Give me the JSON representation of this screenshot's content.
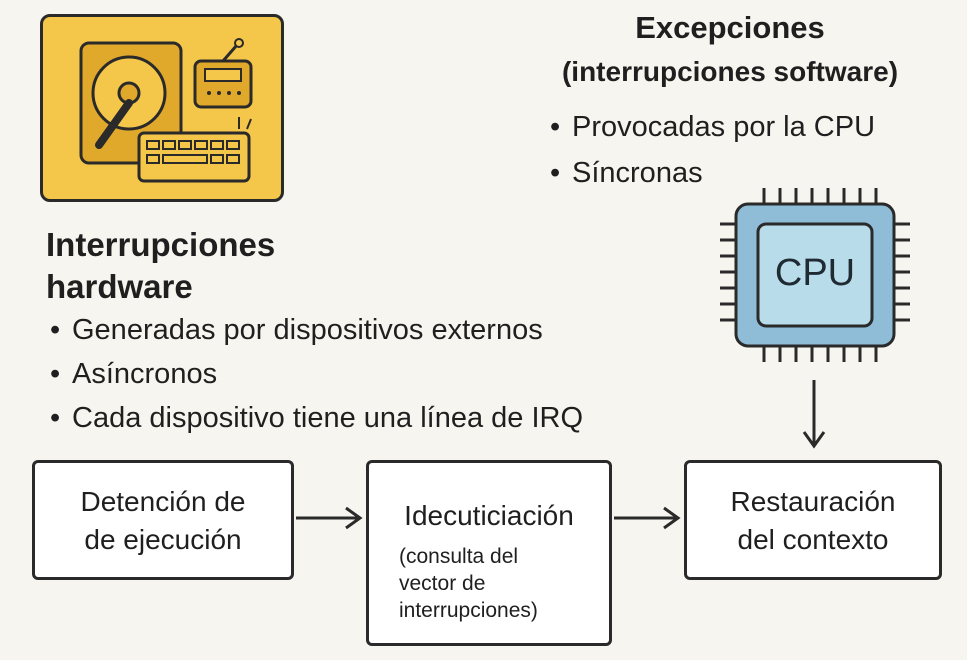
{
  "hardware": {
    "icon": "hard-drive-keyboard-device-icon",
    "title_line1": "Interrupciones",
    "title_line2": "hardware",
    "bullets": [
      "Generadas por dispositivos externos",
      "Asíncronos",
      "Cada dispositivo tiene una línea de IRQ"
    ]
  },
  "exceptions": {
    "title": "Excepciones",
    "subtitle": "(interrupciones software)",
    "bullets": [
      "Provocadas por la CPU",
      "Síncronas"
    ]
  },
  "cpu": {
    "icon": "cpu-chip-icon",
    "label": "CPU"
  },
  "flow": {
    "step1": "Detención de de ejecución",
    "step1_line1": "Detención de",
    "step1_line2": "de ejecución",
    "step2_main": "Idecuticiación",
    "step2_sub_line1": "(consulta del",
    "step2_sub_line2": "vector de",
    "step2_sub_line3": "interrupciones)",
    "step3_line1": "Restauración",
    "step3_line2": "del contexto"
  },
  "colors": {
    "hardware_card": "#f4c64a",
    "cpu_fill": "#b9dceb",
    "cpu_border": "#5d8ea8",
    "stroke": "#2a2a2a"
  }
}
